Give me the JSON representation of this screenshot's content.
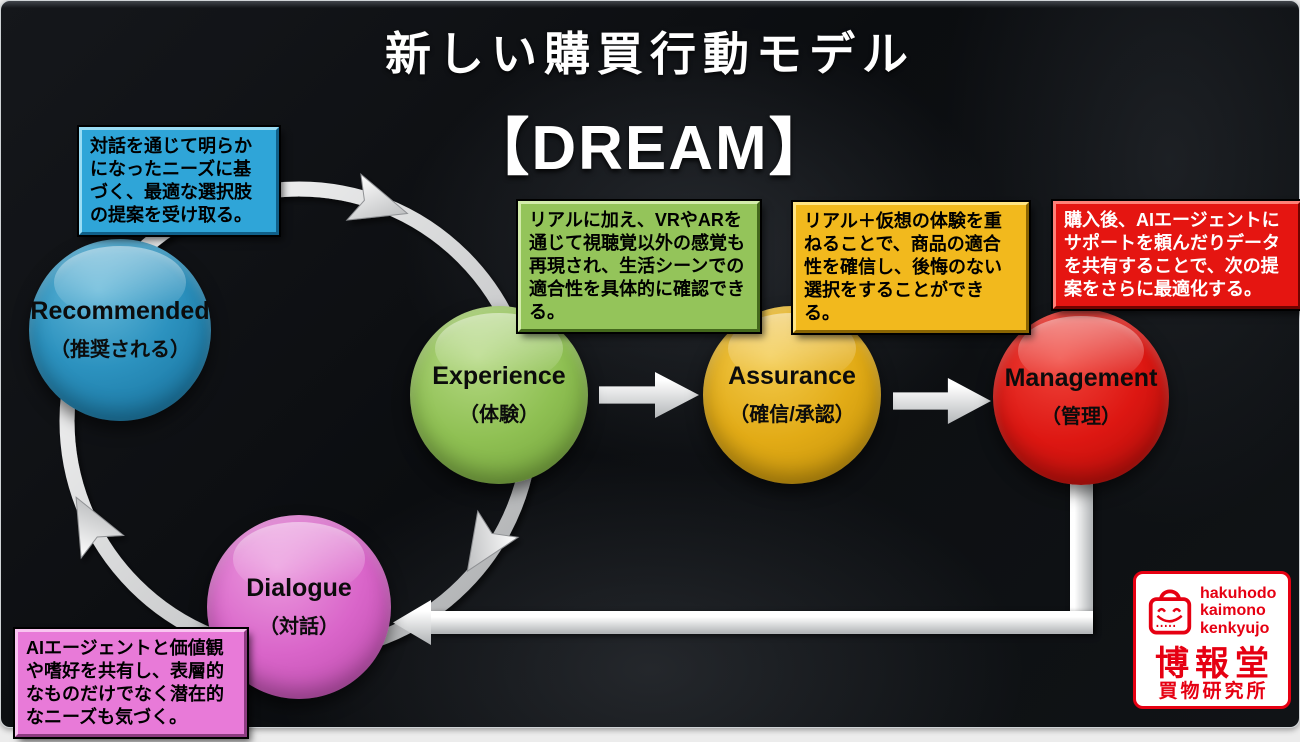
{
  "title": "新しい購買行動モデル",
  "subtitle": "【DREAM】",
  "nodes": {
    "recommended": {
      "en": "Recommended",
      "ja": "（推奨される）",
      "color": "#2c92bf"
    },
    "dialogue": {
      "en": "Dialogue",
      "ja": "（対話）",
      "color": "#d965c9"
    },
    "experience": {
      "en": "Experience",
      "ja": "（体験）",
      "color": "#8fc053"
    },
    "assurance": {
      "en": "Assurance",
      "ja": "（確信/承認）",
      "color": "#e2ab16"
    },
    "management": {
      "en": "Management",
      "ja": "（管理）",
      "color": "#dd1712"
    }
  },
  "callouts": {
    "recommended": {
      "text": "対話を通じて明らかになったニーズに基づく、最適な選択肢の提案を受け取る。",
      "color": "#2fa5d8",
      "text_color": "#000000"
    },
    "experience": {
      "text": "リアルに加え、VRやARを通じて視聴覚以外の感覚も再現され、生活シーンでの適合性を具体的に確認できる。",
      "color": "#94c45a",
      "text_color": "#000000"
    },
    "assurance": {
      "text": "リアル＋仮想の体験を重ねることで、商品の適合性を確信し、後悔のない選択をすることができる。",
      "color": "#f2b91d",
      "text_color": "#000000"
    },
    "management": {
      "text": "購入後、AIエージェントにサポートを頼んだりデータを共有することで、次の提案をさらに最適化する。",
      "color": "#e51511",
      "text_color": "#ffffff"
    },
    "dialogue": {
      "text": "AIエージェントと価値観や嗜好を共有し、表層的なものだけでなく潜在的なニーズも気づく。",
      "color": "#e87ad8",
      "text_color": "#000000"
    }
  },
  "logo": {
    "romaji": [
      "hakuhodo",
      "kaimono",
      "kenkyujo"
    ],
    "name_main": "博報堂",
    "name_sub": "買物研究所",
    "brand_color": "#e60012"
  },
  "connector_color": "#ffffff"
}
